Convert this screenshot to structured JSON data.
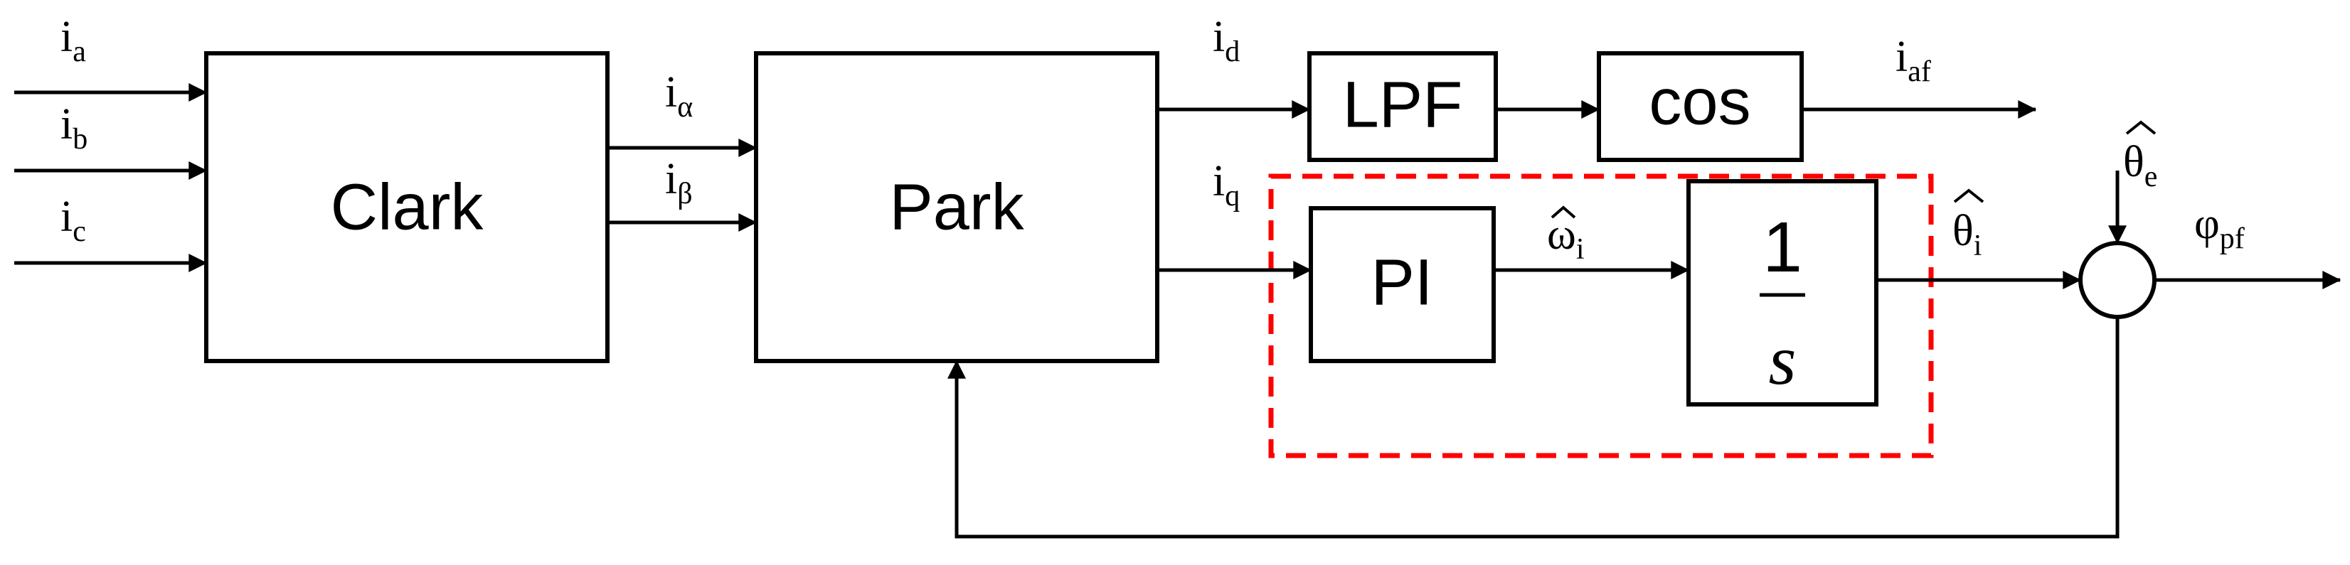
{
  "blocks": {
    "clark": "Clark",
    "park": "Park",
    "lpf": "LPF",
    "cos": "cos",
    "pi": "PI",
    "integrator": {
      "numerator": "1",
      "denominator": "s"
    }
  },
  "signals": {
    "ia": {
      "base": "i",
      "sub": "a"
    },
    "ib": {
      "base": "i",
      "sub": "b"
    },
    "ic": {
      "base": "i",
      "sub": "c"
    },
    "ialpha": {
      "base": "i",
      "sub": "α"
    },
    "ibeta": {
      "base": "i",
      "sub": "β"
    },
    "id": {
      "base": "i",
      "sub": "d"
    },
    "iq": {
      "base": "i",
      "sub": "q"
    },
    "iaf": {
      "base": "i",
      "sub": "af"
    },
    "omega_i": {
      "base": "ω",
      "sub": "i"
    },
    "theta_i": {
      "base": "θ",
      "sub": "i"
    },
    "theta_e": {
      "base": "θ",
      "sub": "e"
    },
    "phi_pf": {
      "base": "φ",
      "sub": "pf"
    }
  },
  "colors": {
    "line": "#000000",
    "highlight_dash": "#ff0000",
    "background": "#ffffff"
  }
}
